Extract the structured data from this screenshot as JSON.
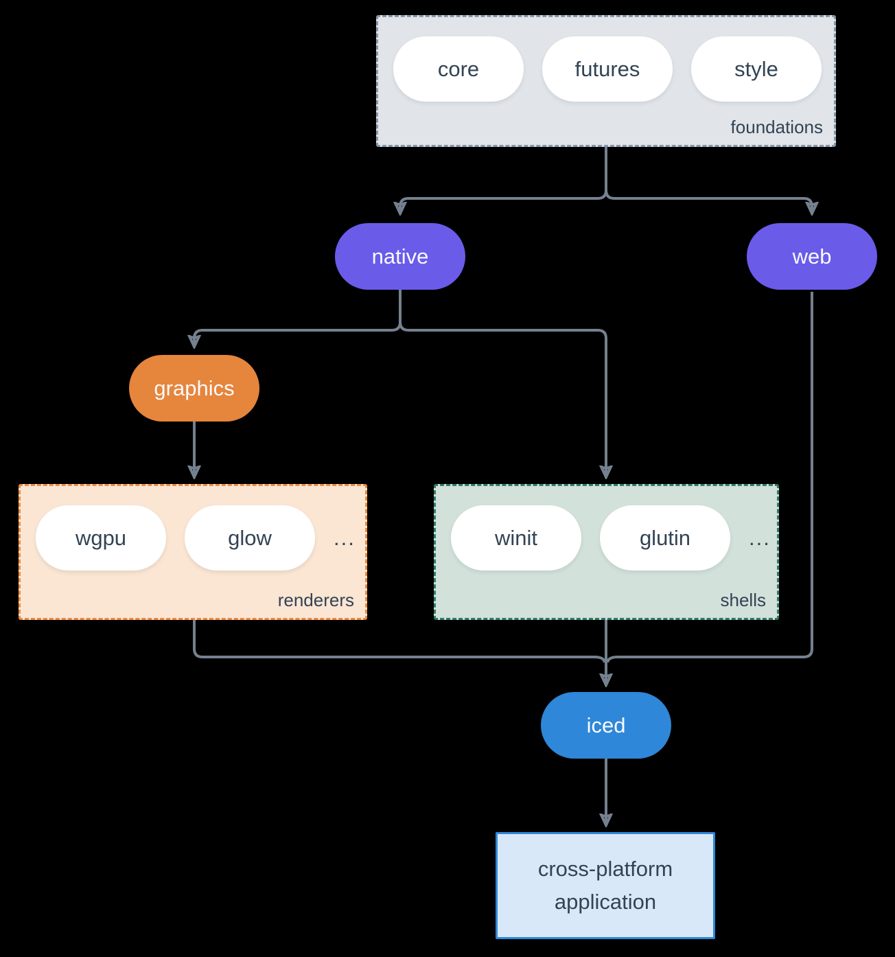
{
  "nodes": {
    "foundations": {
      "label": "foundations",
      "items": [
        "core",
        "futures",
        "style"
      ]
    },
    "native": {
      "label": "native"
    },
    "web": {
      "label": "web"
    },
    "graphics": {
      "label": "graphics"
    },
    "renderers": {
      "label": "renderers",
      "items": [
        "wgpu",
        "glow"
      ],
      "ellipsis": "..."
    },
    "shells": {
      "label": "shells",
      "items": [
        "winit",
        "glutin"
      ],
      "ellipsis": "..."
    },
    "iced": {
      "label": "iced"
    },
    "application": {
      "label": "cross-platform application"
    }
  },
  "edges": [
    {
      "from": "foundations",
      "to": "native"
    },
    {
      "from": "foundations",
      "to": "web"
    },
    {
      "from": "native",
      "to": "graphics"
    },
    {
      "from": "native",
      "to": "shells"
    },
    {
      "from": "graphics",
      "to": "renderers"
    },
    {
      "from": "renderers",
      "to": "iced"
    },
    {
      "from": "shells",
      "to": "iced"
    },
    {
      "from": "web",
      "to": "iced"
    },
    {
      "from": "iced",
      "to": "application"
    }
  ],
  "colors": {
    "background": "#000000",
    "arrow": "#75818F",
    "dark_text": "#324354",
    "pill_bg": "#FFFFFF",
    "native_web": "#6A5BE9",
    "graphics": "#E6853C",
    "iced": "#2E87D8",
    "foundations_bg": "#E1E5E9",
    "foundations_border": "#8797A9",
    "renderers_bg": "#FBE5D3",
    "renderers_border": "#ED8B3D",
    "shells_bg": "#D2E1DA",
    "shells_border": "#2F7A6B",
    "application_bg": "#D9E8F9",
    "application_border": "#2E87D8"
  }
}
